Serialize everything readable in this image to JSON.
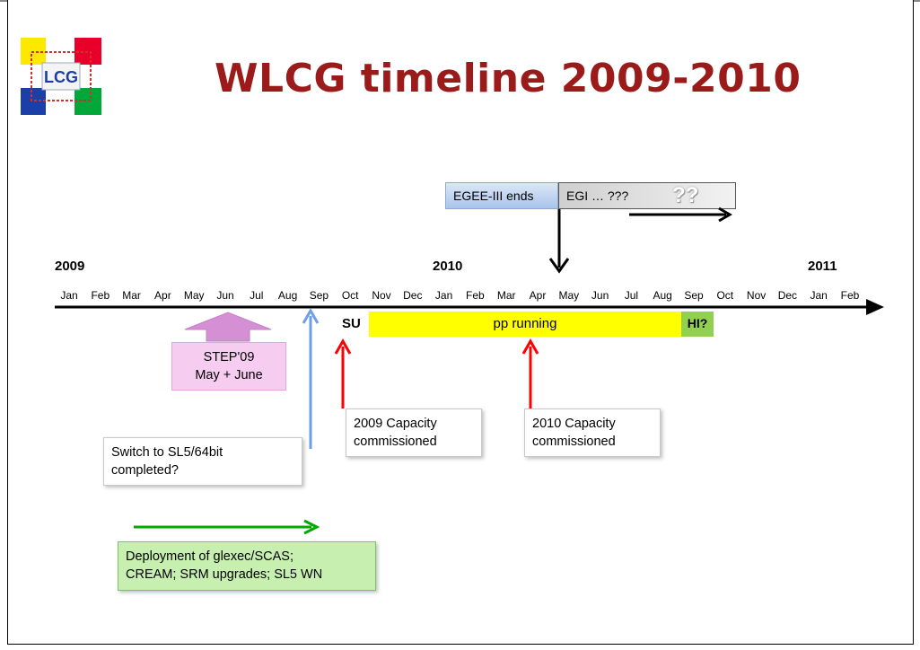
{
  "title": "WLCG timeline 2009-2010",
  "logo": {
    "text": "LCG"
  },
  "years": [
    "2009",
    "2010",
    "2011"
  ],
  "months": [
    "Jan",
    "Feb",
    "Mar",
    "Apr",
    "May",
    "Jun",
    "Jul",
    "Aug",
    "Sep",
    "Oct",
    "Nov",
    "Dec",
    "Jan",
    "Feb",
    "Mar",
    "Apr",
    "May",
    "Jun",
    "Jul",
    "Aug",
    "Sep",
    "Oct",
    "Nov",
    "Dec",
    "Jan",
    "Feb"
  ],
  "phases": {
    "egee": "EGEE-III ends",
    "egi": "EGI … ???",
    "egi_question": "??"
  },
  "run": {
    "su": "SU",
    "pp": "pp running",
    "hi": "HI?"
  },
  "notes": {
    "step09_line1": "STEP'09",
    "step09_line2": "May + June",
    "sl5_line1": "Switch to SL5/64bit",
    "sl5_line2": "completed?",
    "cap2009_line1": "2009 Capacity",
    "cap2009_line2": "commissioned",
    "cap2010_line1": "2010 Capacity",
    "cap2010_line2": "commissioned",
    "deploy_line1": "Deployment of glexec/SCAS;",
    "deploy_line2": "CREAM; SRM upgrades; SL5 WN"
  },
  "colors": {
    "title": "#9b1b1b",
    "pp_running": "#ffff00",
    "hi": "#92d050",
    "egee": "#c6d9f1",
    "egi": "#d9d9d9",
    "step09": "#f2c6f2",
    "deploy": "#c6efb0",
    "arrow_red": "#ff0000",
    "arrow_blue": "#6f9ee8",
    "arrow_green": "#00aa00",
    "arrow_pink": "#d58fd5"
  }
}
